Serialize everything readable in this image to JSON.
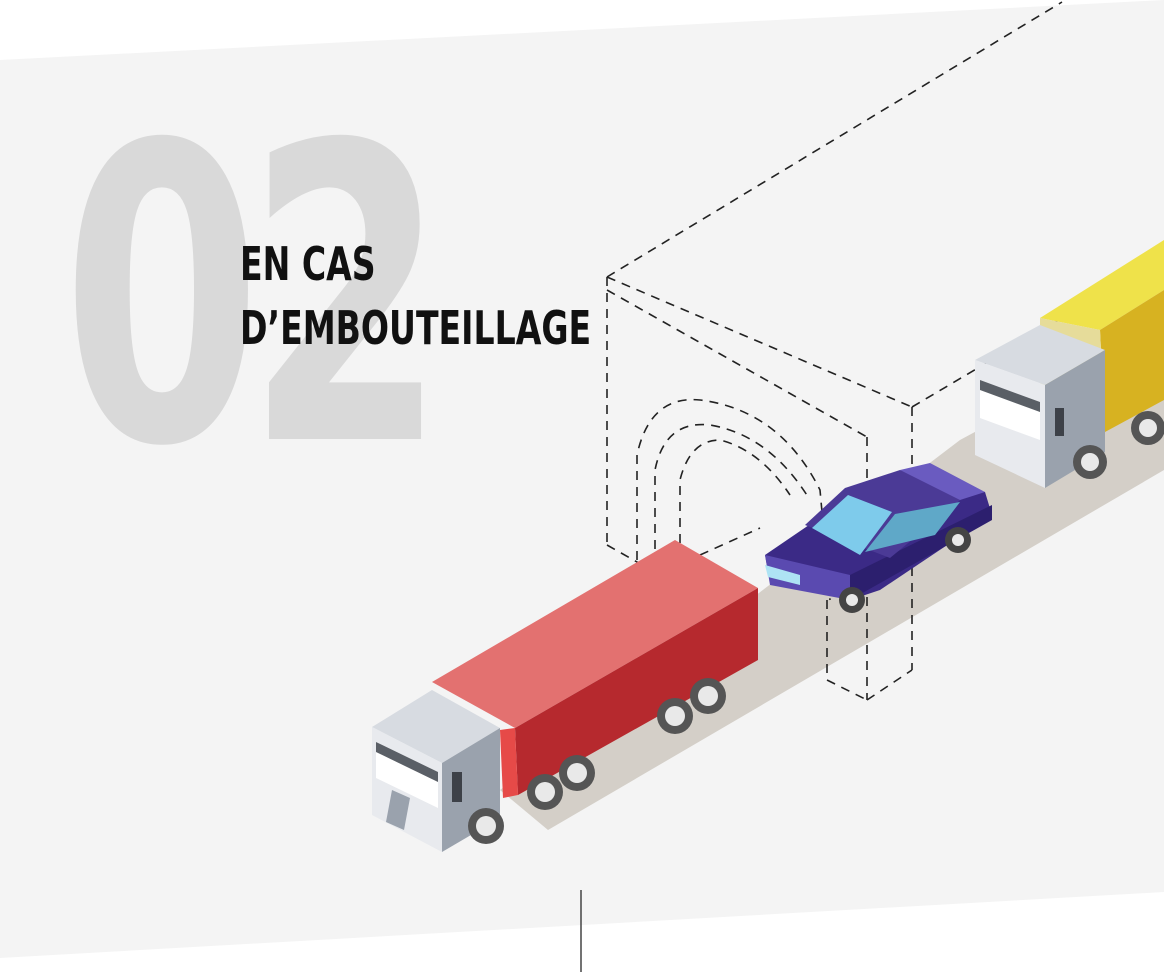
{
  "step": {
    "number": "02",
    "title_line_1": "EN CAS",
    "title_line_2": "D’EMBOUTEILLAGE"
  },
  "illustration": {
    "road": "road-strip",
    "tunnel": "tunnel-outline-dashed",
    "vehicles": [
      {
        "kind": "truck",
        "container_color": "#e37170",
        "container_side_color": "#b6292e"
      },
      {
        "kind": "car",
        "body_color": "#4b3a96"
      },
      {
        "kind": "truck",
        "container_color": "#efe24a",
        "container_side_color": "#d7b221"
      }
    ]
  },
  "colors": {
    "background_panel": "#f4f4f4",
    "number": "#d9d9d9",
    "title": "#111111",
    "road": "#d4cfc8",
    "cab": "#c4c9d1",
    "dashed_line": "#222222"
  }
}
